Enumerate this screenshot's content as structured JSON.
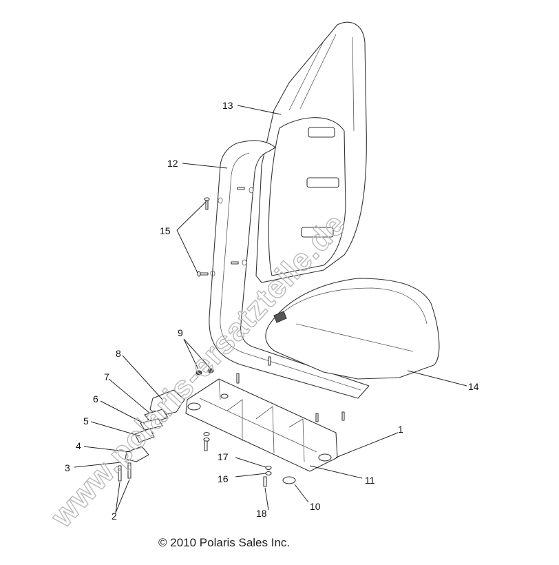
{
  "watermark": "www.polaris-ersatzteile.de",
  "copyright": "© 2010 Polaris Sales Inc.",
  "callouts": [
    {
      "id": "1",
      "label": "1"
    },
    {
      "id": "2",
      "label": "2"
    },
    {
      "id": "3",
      "label": "3"
    },
    {
      "id": "4",
      "label": "4"
    },
    {
      "id": "5",
      "label": "5"
    },
    {
      "id": "6",
      "label": "6"
    },
    {
      "id": "7",
      "label": "7"
    },
    {
      "id": "8",
      "label": "8"
    },
    {
      "id": "9",
      "label": "9"
    },
    {
      "id": "10",
      "label": "10"
    },
    {
      "id": "11",
      "label": "11"
    },
    {
      "id": "12",
      "label": "12"
    },
    {
      "id": "13",
      "label": "13"
    },
    {
      "id": "14",
      "label": "14"
    },
    {
      "id": "15",
      "label": "15"
    },
    {
      "id": "16",
      "label": "16"
    },
    {
      "id": "17",
      "label": "17"
    },
    {
      "id": "18",
      "label": "18"
    }
  ]
}
